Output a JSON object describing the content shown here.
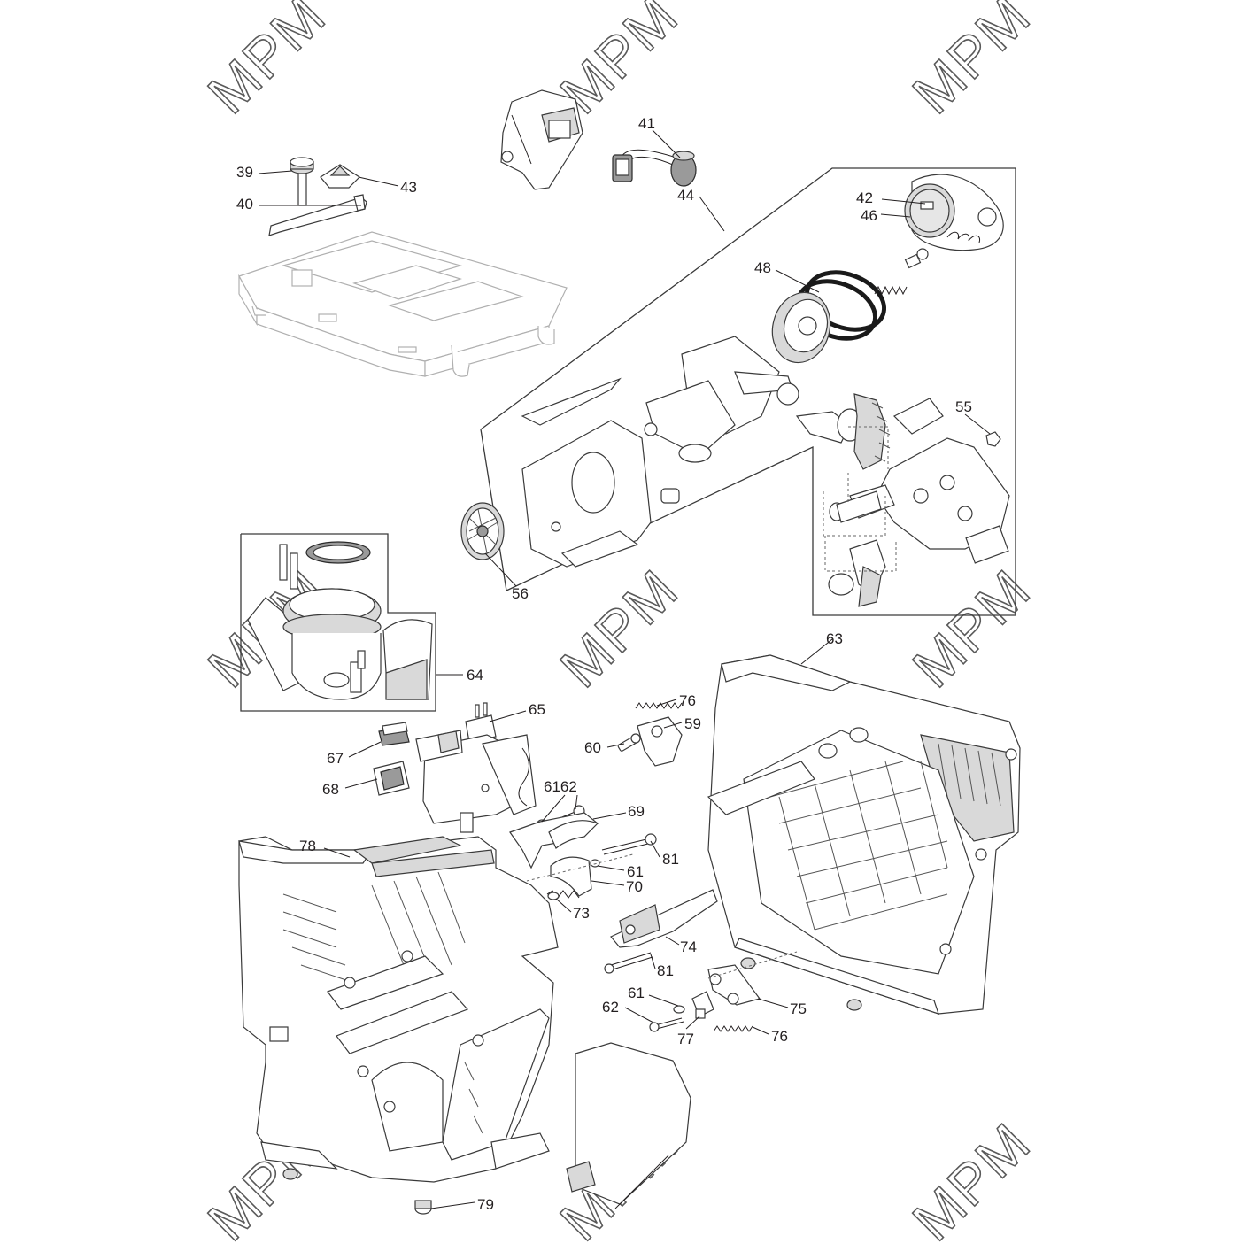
{
  "watermark": "MPM",
  "callouts": {
    "c39": "39",
    "c40": "40",
    "c41": "41",
    "c42": "42",
    "c43": "43",
    "c44": "44",
    "c46": "46",
    "c48": "48",
    "c55": "55",
    "c56": "56",
    "c59": "59",
    "c60": "60",
    "c61a": "61",
    "c61b": "61",
    "c6162": "6162",
    "c62": "62",
    "c63": "63",
    "c64": "64",
    "c65": "65",
    "c67": "67",
    "c68": "68",
    "c69": "69",
    "c70": "70",
    "c73": "73",
    "c74": "74",
    "c75": "75",
    "c76a": "76",
    "c76b": "76",
    "c77": "77",
    "c78": "78",
    "c79": "79",
    "c81a": "81",
    "c81b": "81"
  }
}
